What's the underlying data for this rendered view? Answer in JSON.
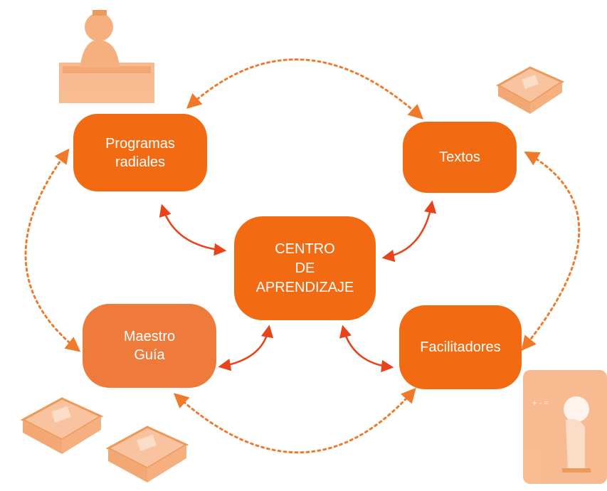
{
  "nodes": {
    "programas": {
      "line1": "Programas",
      "line2": "radiales"
    },
    "textos": {
      "label": "Textos"
    },
    "centro": {
      "line1": "CENTRO",
      "line2": "DE",
      "line3": "APRENDIZAJE"
    },
    "maestro": {
      "line1": "Maestro",
      "line2": "Guía"
    },
    "facilitadores": {
      "label": "Facilitadores"
    }
  },
  "colors": {
    "node": "#f26b12",
    "node_light": "#ee7a3b",
    "solid_arrow": "#e8431a",
    "dotted_arrow": "#f07a2a",
    "illustration": "#f5a36b"
  },
  "icons": [
    "student-at-desk-icon",
    "book-icon",
    "teacher-at-board-icon"
  ]
}
